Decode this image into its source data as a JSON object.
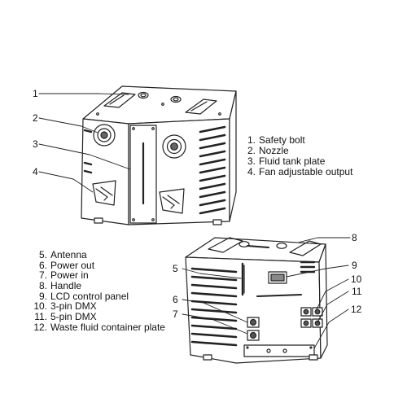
{
  "top_unit": {
    "legend": [
      {
        "num": "1.",
        "label": "Safety bolt"
      },
      {
        "num": "2.",
        "label": "Nozzle"
      },
      {
        "num": "3.",
        "label": "Fluid tank plate"
      },
      {
        "num": "4.",
        "label": "Fan adjustable output"
      }
    ],
    "callouts": [
      "1",
      "2",
      "3",
      "4"
    ]
  },
  "bottom_unit": {
    "legend": [
      {
        "num": "5.",
        "label": "Antenna"
      },
      {
        "num": "6.",
        "label": "Power out"
      },
      {
        "num": "7.",
        "label": "Power in"
      },
      {
        "num": "8.",
        "label": "Handle"
      },
      {
        "num": "9.",
        "label": "LCD control panel"
      },
      {
        "num": "10.",
        "label": "3-pin DMX"
      },
      {
        "num": "11.",
        "label": "5-pin DMX"
      },
      {
        "num": "12.",
        "label": "Waste fluid container plate"
      }
    ],
    "callouts": [
      "5",
      "6",
      "7",
      "8",
      "9",
      "10",
      "11",
      "12"
    ]
  }
}
